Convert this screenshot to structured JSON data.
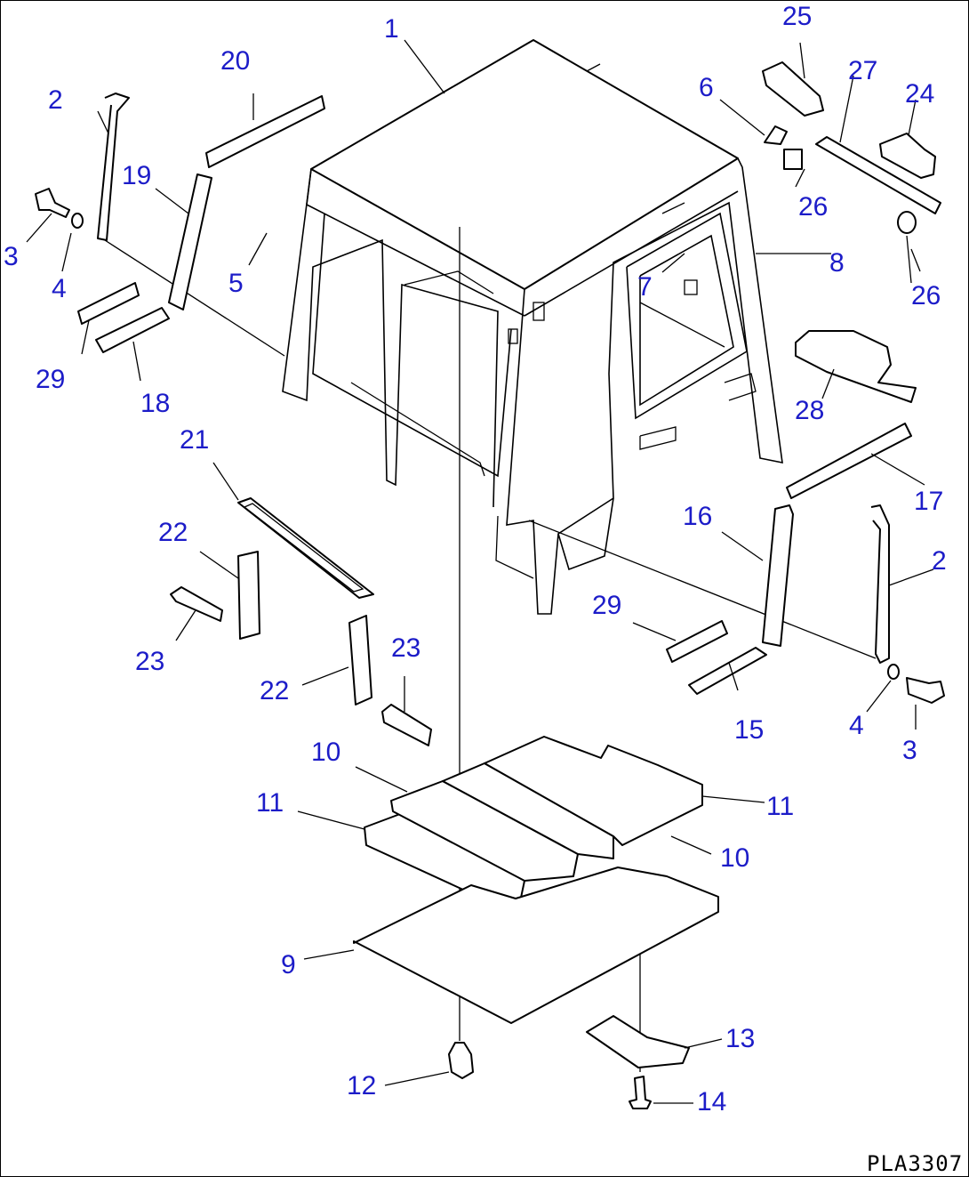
{
  "drawing_code": "PLA3307",
  "callouts": {
    "c1": "1",
    "c2a": "2",
    "c2b": "2",
    "c3a": "3",
    "c3b": "3",
    "c4a": "4",
    "c4b": "4",
    "c5": "5",
    "c6": "6",
    "c7": "7",
    "c8": "8",
    "c9": "9",
    "c10a": "10",
    "c10b": "10",
    "c11a": "11",
    "c11b": "11",
    "c12": "12",
    "c13": "13",
    "c14": "14",
    "c15": "15",
    "c16": "16",
    "c17": "17",
    "c18": "18",
    "c19": "19",
    "c20": "20",
    "c21": "21",
    "c22a": "22",
    "c22b": "22",
    "c23a": "23",
    "c23b": "23",
    "c24": "24",
    "c25": "25",
    "c26a": "26",
    "c26b": "26",
    "c27": "27",
    "c28": "28",
    "c29a": "29",
    "c29b": "29"
  },
  "colors": {
    "callout": "#1c1cc8",
    "line": "#000000",
    "background": "#ffffff"
  }
}
